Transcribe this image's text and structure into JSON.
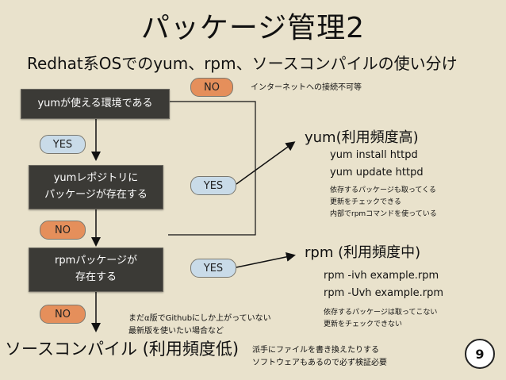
{
  "title": "パッケージ管理2",
  "subtitle": "Redhat系OSでのyum、rpm、ソースコンパイルの使い分け",
  "nodes": {
    "env": "yumが使える環境である",
    "repo_line1": "yumレポジトリに",
    "repo_line2": "パッケージが存在する",
    "rpm_line1": "rpmパッケージが",
    "rpm_line2": "存在する"
  },
  "labels": {
    "yes1": "YES",
    "yes2": "YES",
    "yes3": "YES",
    "no_top": "NO",
    "no_mid": "NO",
    "no_bottom": "NO"
  },
  "notes": {
    "no_internet": "インターネットへの接続不可等",
    "github_line1": "まだα版でGithubにしか上がっていない",
    "github_line2": "最新版を使いたい場合など",
    "manual_line1": "派手にファイルを書き換えたりする",
    "manual_line2": "ソフトウェアもあるので必ず検証必要"
  },
  "yum": {
    "heading": "yum(利用頻度高)",
    "cmd1": "yum install httpd",
    "cmd2": "yum update httpd",
    "note1": "依存するパッケージも取ってくる",
    "note2": "更新をチェックできる",
    "note3": "内部でrpmコマンドを使っている"
  },
  "rpm": {
    "heading": "rpm (利用頻度中)",
    "cmd1": "rpm -ivh example.rpm",
    "cmd2": "rpm -Uvh example.rpm",
    "note1": "依存するパッケージは取ってこない",
    "note2": "更新をチェックできない"
  },
  "source": {
    "heading": "ソースコンパイル (利用頻度低)"
  },
  "page_number": "9"
}
